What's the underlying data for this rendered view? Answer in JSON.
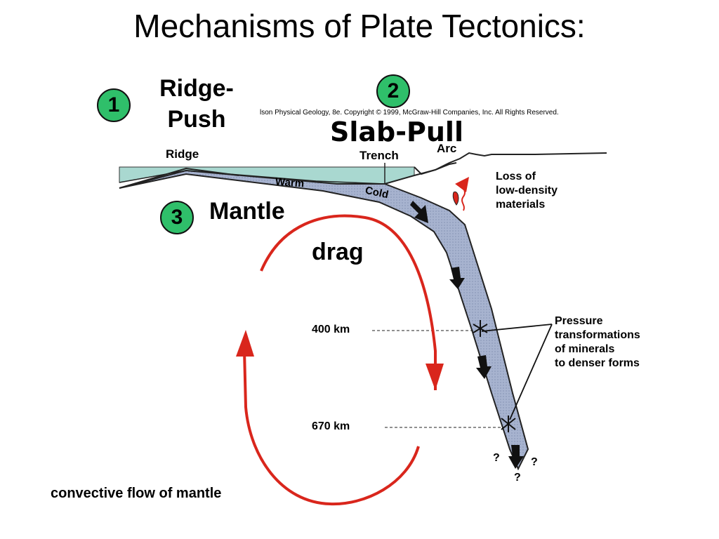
{
  "title": "Mechanisms of Plate Tectonics:",
  "mechanisms": [
    {
      "number": "1",
      "label_line1": "Ridge-",
      "label_line2": "Push"
    },
    {
      "number": "2",
      "label": "Slab-Pull"
    },
    {
      "number": "3",
      "label_line1": "Mantle",
      "label_line2": "drag"
    }
  ],
  "copyright": "lson  Physical Geology, 8e.  Copyright © 1999, McGraw-Hill Companies, Inc. All Rights Reserved.",
  "diagram_labels": {
    "ridge": "Ridge",
    "trench": "Trench",
    "arc": "Arc",
    "warm": "Warm",
    "cold": "Cold",
    "loss_line1": "Loss of",
    "loss_line2": "low-density",
    "loss_line3": "materials",
    "pressure_line1": "Pressure",
    "pressure_line2": "transformations",
    "pressure_line3": "of minerals",
    "pressure_line4": "to denser forms",
    "depth_400": "400 km",
    "depth_670": "670 km",
    "question": "?"
  },
  "caption": "convective flow of mantle",
  "colors": {
    "badge": "#2fbf6a",
    "ocean": "#a9d8d0",
    "slab": "#a7b3cf",
    "arrow_red": "#d9261c"
  }
}
